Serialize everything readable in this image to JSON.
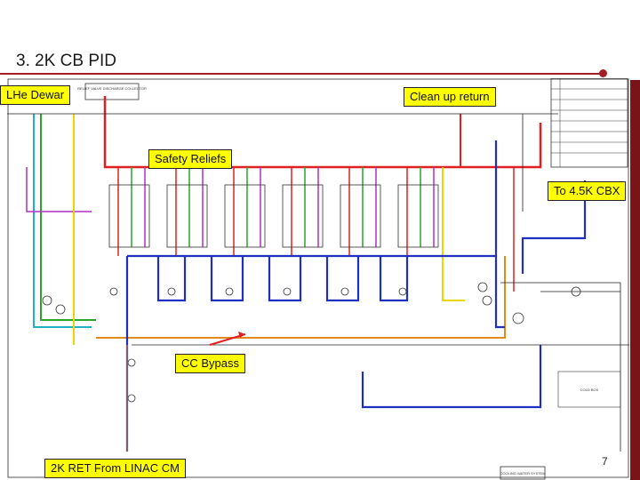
{
  "slide": {
    "title": "3. 2K CB PID",
    "page_number": "7"
  },
  "labels": {
    "lhe_dewar": "LHe Dewar",
    "clean_up_return": "Clean up return",
    "safety_reliefs": "Safety Reliefs",
    "to_45k_cbx": "To 4.5K CBX",
    "cc_bypass": "CC Bypass",
    "ret_2k": "2K RET From LINAC CM"
  },
  "drawing_text": {
    "relief_header": "RELIEF VALVE DISCHARGE COLLECTOR",
    "cold_box": "COLD BOX",
    "cooling_water": "COOLING WATER SYSTEM"
  },
  "colors": {
    "accent": "#a31e23",
    "label_bg": "#ffff00",
    "line_red": "#e02020",
    "line_blue": "#1f2fbf",
    "line_green": "#2aa52a",
    "line_purple": "#b030c0",
    "line_yellow": "#e8d800",
    "line_orange": "#e08a20",
    "line_cyan": "#20b0c8",
    "line_black": "#222222"
  }
}
